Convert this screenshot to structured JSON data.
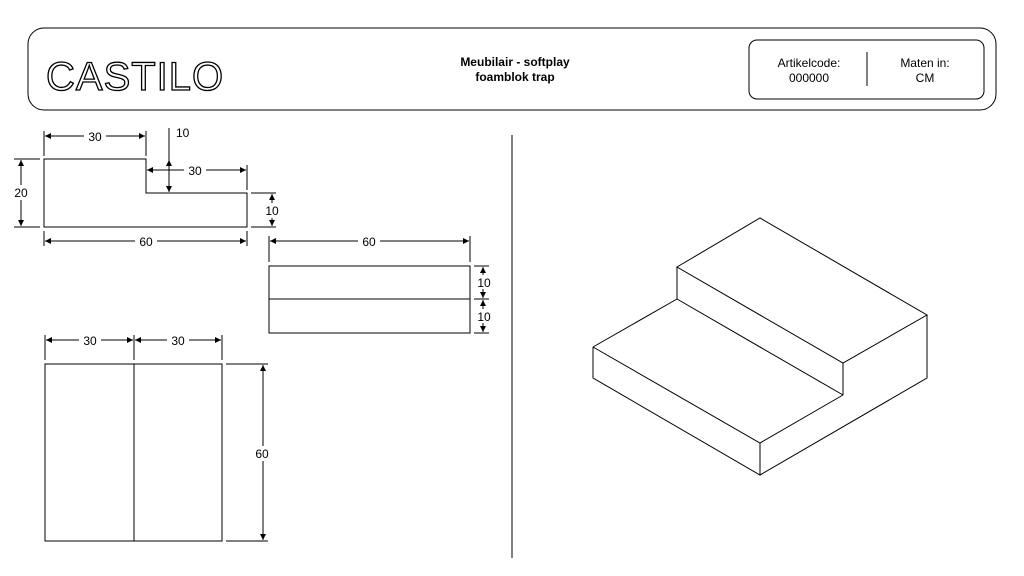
{
  "header": {
    "logo_text": "CASTILO",
    "title_line1": "Meubilair - softplay",
    "title_line2": "foamblok trap",
    "article_label": "Artikelcode:",
    "article_value": "000000",
    "units_label": "Maten in:",
    "units_value": "CM"
  },
  "side_view": {
    "top_width": "30",
    "step_height": "10",
    "step_width": "30",
    "total_height": "20",
    "lower_height": "10",
    "total_width": "60"
  },
  "front_view": {
    "width": "60",
    "upper_height": "10",
    "lower_height": "10"
  },
  "top_view": {
    "left_width": "30",
    "right_width": "30",
    "depth": "60"
  }
}
